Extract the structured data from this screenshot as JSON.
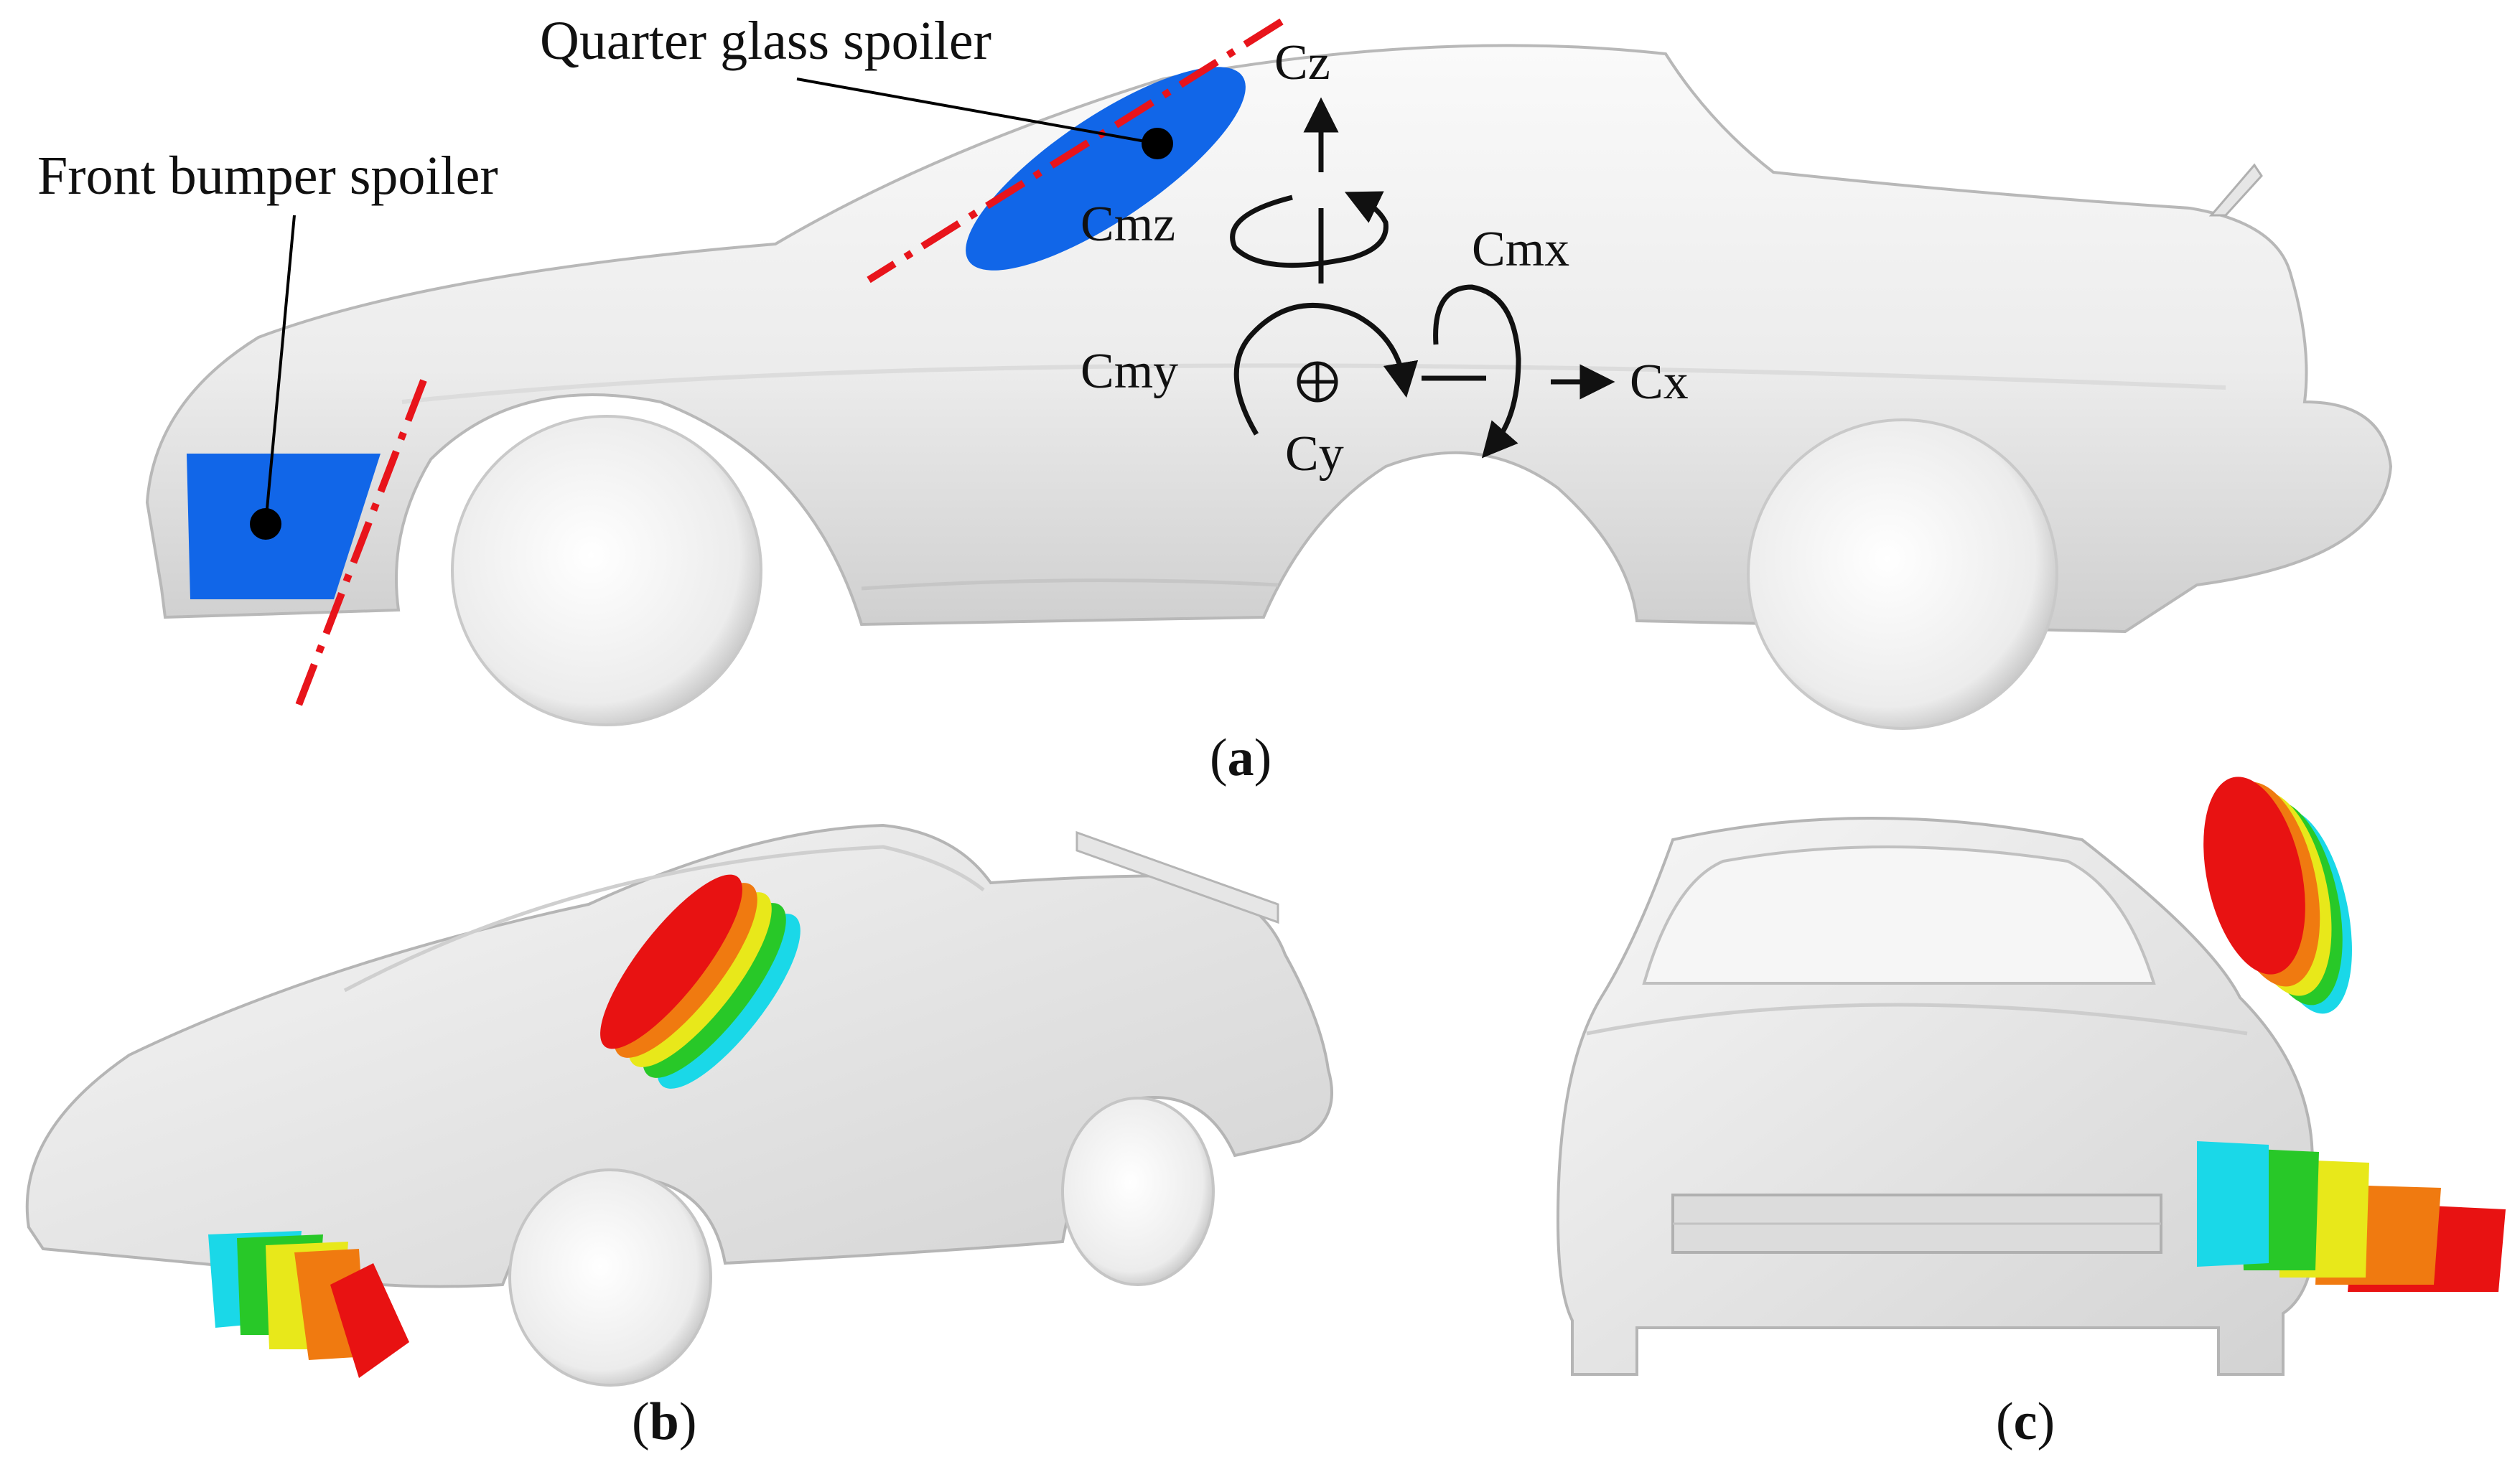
{
  "panel_a": {
    "caption_open": "(",
    "caption_letter": "a",
    "caption_close": ")",
    "labels": {
      "quarter_glass": "Quarter glass spoiler",
      "front_bumper": "Front bumper spoiler"
    },
    "axes": {
      "cz": "Cz",
      "cmz": "Cmz",
      "cmx": "Cmx",
      "cmy": "Cmy",
      "cx": "Cx",
      "cy": "Cy",
      "cy_symbol": "⊕"
    }
  },
  "panel_b": {
    "caption_open": "(",
    "caption_letter": "b",
    "caption_close": ")"
  },
  "panel_c": {
    "caption_open": "(",
    "caption_letter": "c",
    "caption_close": ")"
  },
  "colors": {
    "spoiler_blue": "#1166e8",
    "guide_red": "#e8141b",
    "contour": [
      "#e81212",
      "#f07a10",
      "#e8e81a",
      "#28c828",
      "#1ad8e8"
    ]
  }
}
